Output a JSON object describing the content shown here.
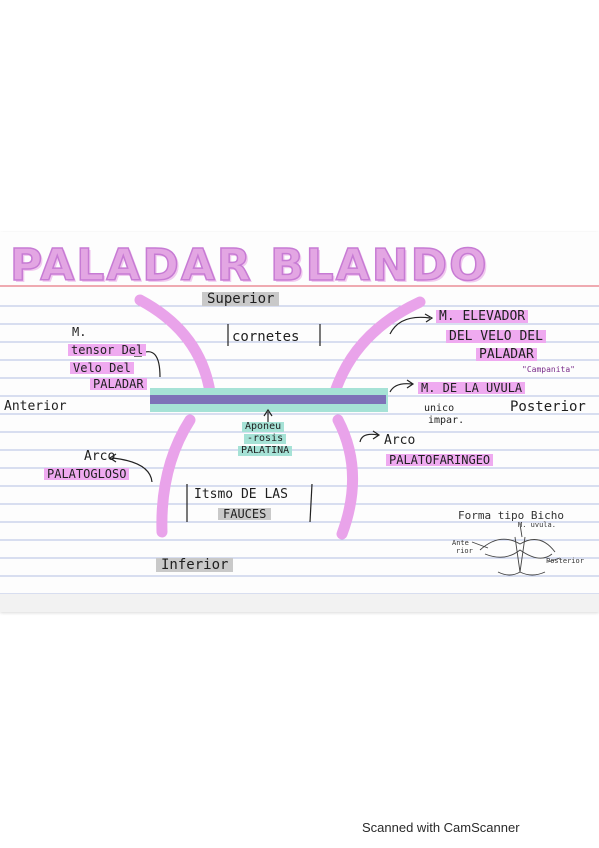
{
  "title": "PALADAR BLANDO",
  "labels": {
    "superior": "Superior",
    "inferior": "Inferior",
    "anterior": "Anterior",
    "posterior": "Posterior",
    "cornetes": "cornetes",
    "tensor_1": "M.",
    "tensor_2": "tensor Del",
    "tensor_3": "Velo Del",
    "tensor_4": "PALADAR",
    "elevador_1": "M. ELEVADOR",
    "elevador_2": "DEL VELO DEL",
    "elevador_3": "PALADAR",
    "uvula": "M. DE LA UVULA",
    "campanita": "\"Campanita\"",
    "unico_1": "unico",
    "unico_2": "impar.",
    "aponeurosis_1": "Aponeu",
    "aponeurosis_2": "-rosis",
    "aponeurosis_3": "PALATINA",
    "palatogloso_1": "Arco",
    "palatogloso_2": "PALATOGLOSO",
    "palatofaringeo_1": "Arco",
    "palatofaringeo_2": "PALATOFARINGEO",
    "istmo_1": "Itsmo DE LAS",
    "istmo_2": "FAUCES",
    "forma": "Forma tipo Bicho",
    "sketch_uvula": "M. uvula.",
    "sketch_ant_1": "Ante",
    "sketch_ant_2": "rior",
    "sketch_post": "Posterior"
  },
  "footer": "Scanned with CamScanner",
  "colors": {
    "pink": "#e9a3ea",
    "purple": "#7e72b8",
    "teal": "#a6e2d6",
    "grey": "#c9c9c9",
    "ruled_blue": "#b3bfe3",
    "red_line": "#e77a84"
  }
}
